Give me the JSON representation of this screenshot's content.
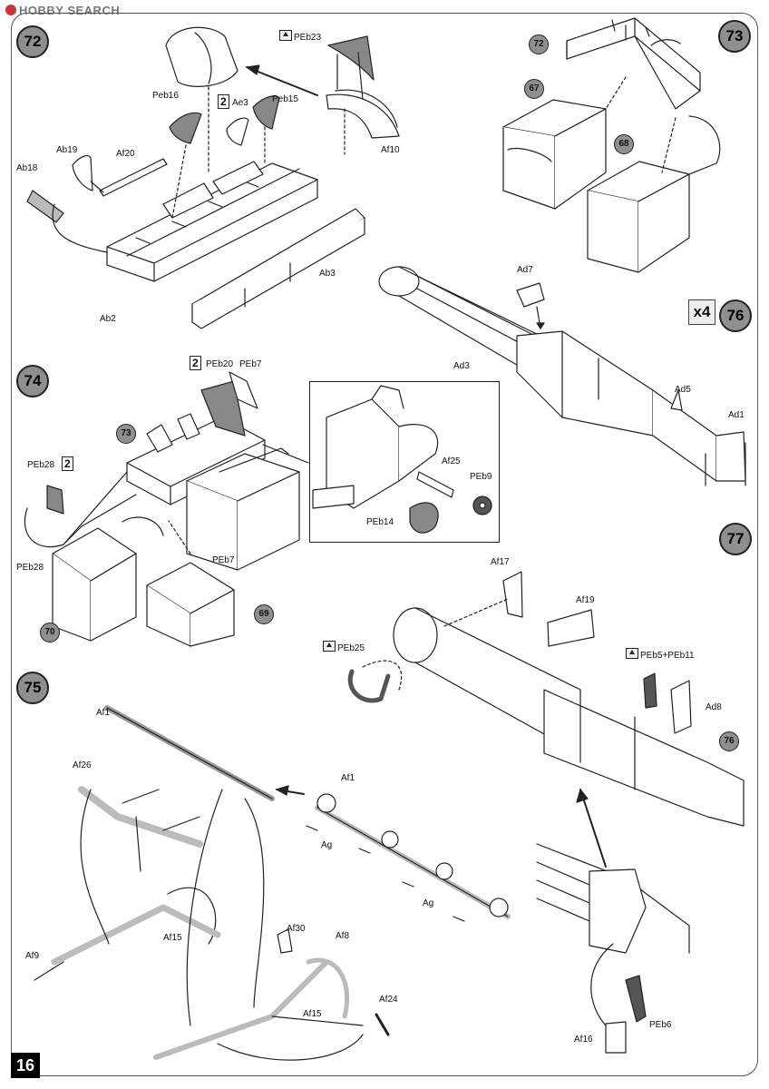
{
  "watermark": "HOBBY SEARCH",
  "page_number": "16",
  "steps": {
    "s72": "72",
    "s73": "73",
    "s74": "74",
    "s75": "75",
    "s76": "76",
    "s77": "77"
  },
  "refs": {
    "r72": "72",
    "r67": "67",
    "r68": "68",
    "r73": "73",
    "r70": "70",
    "r69": "69",
    "r76": "76"
  },
  "multiplier": "x4",
  "labels": {
    "peb23": "PEb23",
    "af10": "Af10",
    "peb16": "Peb16",
    "ae3": "Ae3",
    "peb15": "Peb15",
    "ab19": "Ab19",
    "af20": "Af20",
    "ab18": "Ab18",
    "ab3": "Ab3",
    "ab2": "Ab2",
    "ad7": "Ad7",
    "ad3": "Ad3",
    "ad5": "Ad5",
    "ad1": "Ad1",
    "peb20": "PEb20",
    "peb7a": "PEb7",
    "peb28a": "PEb28",
    "peb28b": "PEb28",
    "peb7b": "PEb7",
    "af25": "Af25",
    "peb9": "PEb9",
    "peb14": "PEb14",
    "af17": "Af17",
    "af19": "Af19",
    "peb25": "PEb25",
    "peb5_11": "PEb5+PEb11",
    "ad8": "Ad8",
    "af1a": "Af1",
    "af26": "Af26",
    "af1b": "Af1",
    "ag1": "Ag",
    "ag2": "Ag",
    "af15a": "Af15",
    "af9": "Af9",
    "af30": "Af30",
    "af8": "Af8",
    "af15b": "Af15",
    "af24": "Af24",
    "peb6": "PEb6",
    "af16": "Af16"
  },
  "quantities": {
    "q2a": "2",
    "q2b": "2",
    "q2c": "2"
  }
}
